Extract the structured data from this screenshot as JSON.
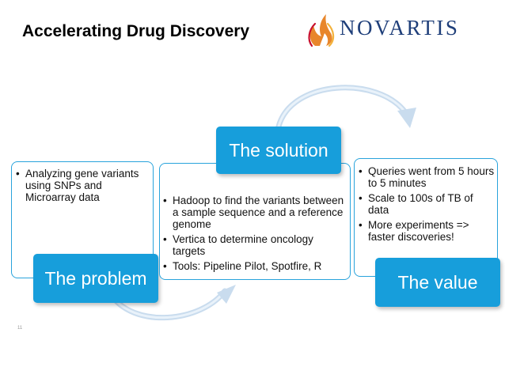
{
  "slide": {
    "title": "Accelerating Drug Discovery",
    "logo_text": "NOVARTIS",
    "page_number": "11"
  },
  "panels": {
    "problem": {
      "label": "The problem",
      "bullets": [
        "Analyzing gene variants using SNPs and Microarray data"
      ]
    },
    "solution": {
      "label": "The solution",
      "bullets": [
        "Hadoop to find the variants between a sample sequence and a reference genome",
        "Vertica to determine oncology targets",
        "Tools: Pipeline Pilot, Spotfire, R"
      ]
    },
    "value": {
      "label": "The value",
      "bullets": [
        "Queries went from 5 hours to 5 minutes",
        "Scale to 100s of TB of data",
        "More experiments => faster discoveries!"
      ]
    }
  },
  "colors": {
    "accent": "#179edb",
    "panel_border": "#29a3dc",
    "logo_blue": "#1f3f7a",
    "logo_orange": "#e8862b"
  }
}
